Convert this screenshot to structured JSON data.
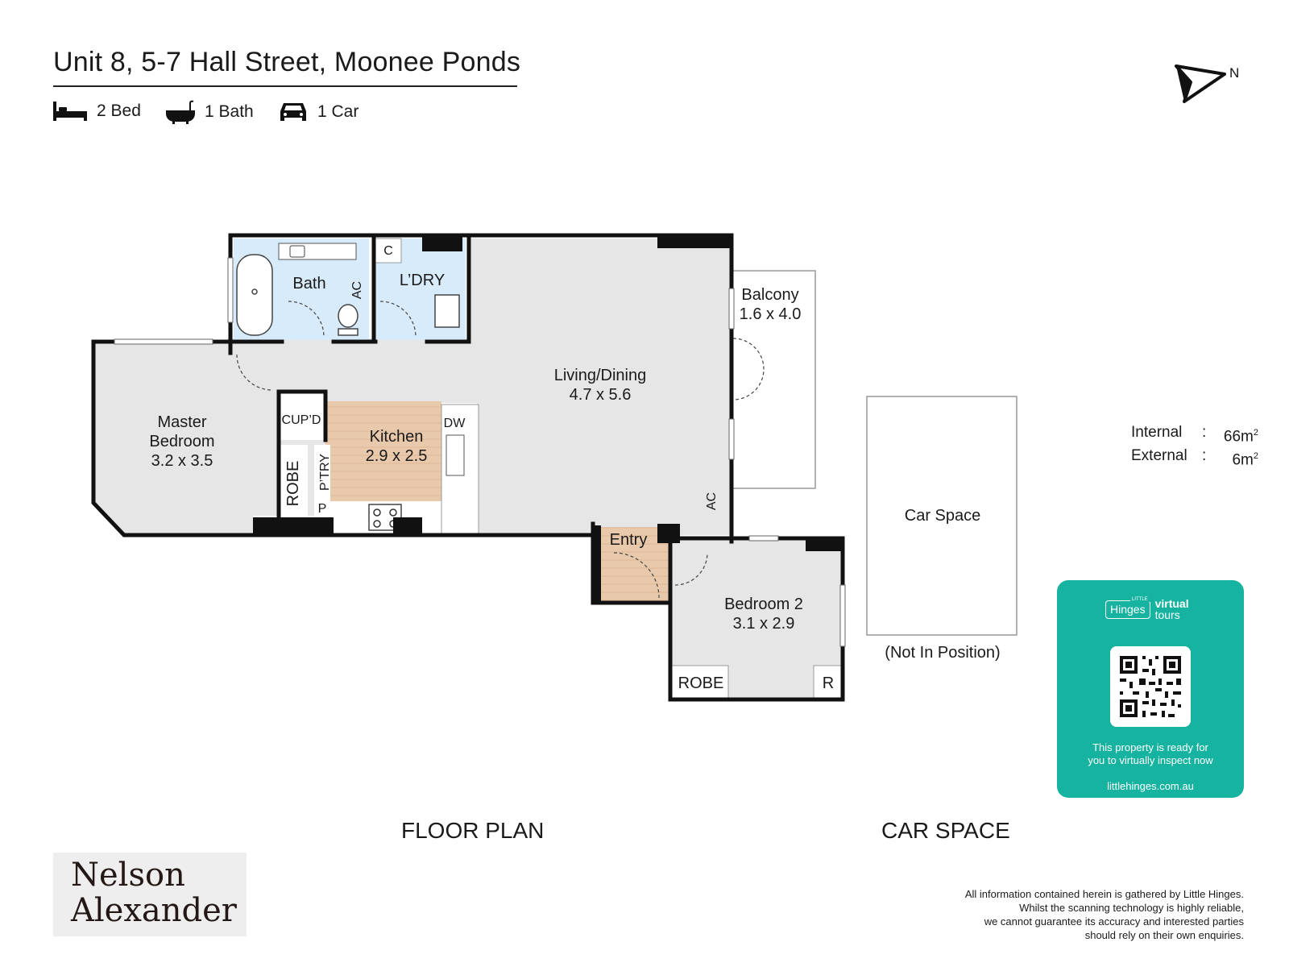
{
  "header": {
    "address": "Unit 8, 5-7 Hall Street, Moonee Ponds",
    "features": [
      {
        "icon": "bed-icon",
        "label": "2 Bed"
      },
      {
        "icon": "bath-icon",
        "label": "1 Bath"
      },
      {
        "icon": "car-icon",
        "label": "1 Car"
      }
    ],
    "compass_label": "N"
  },
  "rooms": {
    "bath": "Bath",
    "ac_bath": "AC",
    "cupboard_c": "C",
    "laundry": "L’DRY",
    "living_name": "Living/Dining",
    "living_dims": "4.7 x 5.6",
    "balcony_name": "Balcony",
    "balcony_dims": "1.6 x 4.0",
    "master_name_1": "Master",
    "master_name_2": "Bedroom",
    "master_dims": "3.2 x 3.5",
    "cupd": "CUP’D",
    "kitchen_name": "Kitchen",
    "kitchen_dims": "2.9 x 2.5",
    "dw": "DW",
    "robe_master": "ROBE",
    "pantry": "P’TRY",
    "p": "P",
    "ac_living": "AC",
    "entry": "Entry",
    "bed2_name": "Bedroom 2",
    "bed2_dims": "3.1 x 2.9",
    "robe_bed2": "ROBE",
    "r": "R",
    "car_space": "Car Space",
    "not_in_position": "(Not In Position)"
  },
  "areas": {
    "internal_label": "Internal",
    "internal_value": "66m",
    "external_label": "External",
    "external_value": "6m",
    "separator": ":",
    "unit_sup": "2"
  },
  "sections": {
    "floor_plan": "FLOOR PLAN",
    "car_space": "CAR SPACE"
  },
  "virtual_tours": {
    "little": "LITTLE",
    "hinges": "Hinges",
    "virtual": "virtual",
    "tours": "tours",
    "message_1": "This property is ready for",
    "message_2": "you to virtually inspect now",
    "site": "littlehinges.com.au"
  },
  "agency": {
    "line1": "Nelson",
    "line2": "Alexander"
  },
  "disclaimer": [
    "All information contained herein is gathered by Little Hinges.",
    "Whilst the scanning technology is highly reliable,",
    "we cannot guarantee its accuracy and interested parties",
    "should rely on their own enquiries."
  ],
  "colors": {
    "wet_area": "#d7ebfa",
    "floor_grey": "#e6e6e6",
    "timber": "#e8c9ac",
    "wall": "#111111",
    "brand_teal": "#16b3a1"
  }
}
